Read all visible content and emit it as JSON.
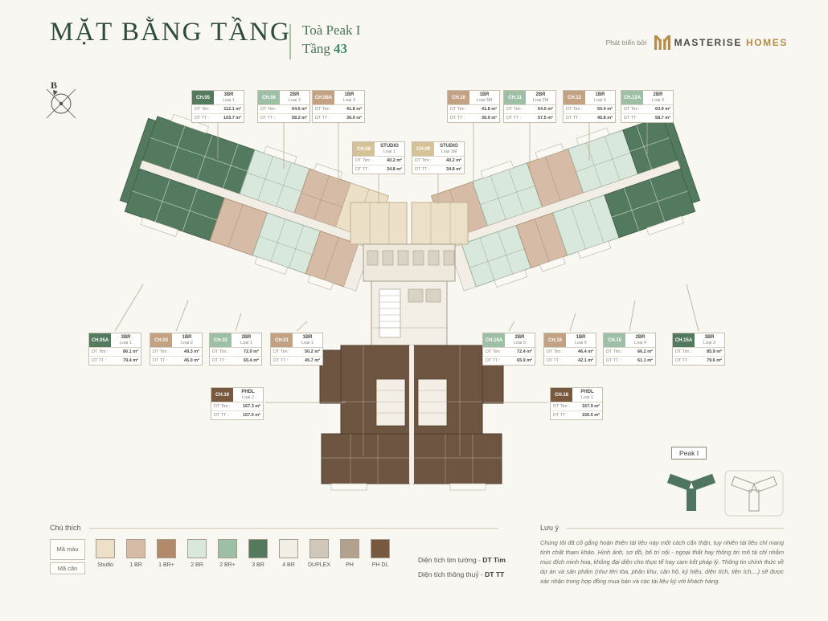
{
  "header": {
    "title": "MẶT BẰNG TẦNG",
    "tower": "Toà Peak I",
    "floor_label": "Tầng",
    "floor_number": "43",
    "developer_prefix": "Phát triển bởi",
    "brand": {
      "name": "MASTERISE",
      "suffix": "HOMES"
    }
  },
  "compass": {
    "north_label": "B"
  },
  "unit_card_labels": {
    "tim": "DT Tim :",
    "tt": "DT TT :"
  },
  "units": [
    {
      "id": "CH.05",
      "type": "3BR",
      "variant": "Loại 1",
      "dt_tim": "112.1 m²",
      "dt_tt": "103.7 m²",
      "category": "3br"
    },
    {
      "id": "CH.06",
      "type": "2BR",
      "variant": "Loại 2",
      "dt_tim": "64.6 m²",
      "dt_tt": "58.2 m²",
      "category": "2br"
    },
    {
      "id": "CH.08A",
      "type": "1BR",
      "variant": "Loại 3",
      "dt_tim": "41.8 m²",
      "dt_tt": "36.9 m²",
      "category": "1br"
    },
    {
      "id": "CH.08",
      "type": "STUDIO",
      "variant": "Loại 1",
      "dt_tim": "40.2 m²",
      "dt_tt": "34.8 m²",
      "category": "studio"
    },
    {
      "id": "CH.09",
      "type": "STUDIO",
      "variant": "Loại 1M",
      "dt_tim": "40.2 m²",
      "dt_tt": "34.8 m²",
      "category": "studio"
    },
    {
      "id": "CH.10",
      "type": "1BR",
      "variant": "Loại 3M",
      "dt_tim": "41.8 m²",
      "dt_tt": "36.9 m²",
      "category": "1br"
    },
    {
      "id": "CH.11",
      "type": "2BR",
      "variant": "Loại 2M",
      "dt_tim": "64.0 m²",
      "dt_tt": "57.5 m²",
      "category": "2br"
    },
    {
      "id": "CH.12",
      "type": "1BR",
      "variant": "Loại 5",
      "dt_tim": "50.4 m²",
      "dt_tt": "45.8 m²",
      "category": "1br"
    },
    {
      "id": "CH.12A",
      "type": "2BR",
      "variant": "Loại 3",
      "dt_tim": "63.9 m²",
      "dt_tt": "58.7 m²",
      "category": "2br"
    },
    {
      "id": "CH.05A",
      "type": "3BR",
      "variant": "Loại 1",
      "dt_tim": "86.1 m²",
      "dt_tt": "79.4 m²",
      "category": "3br"
    },
    {
      "id": "CH.03",
      "type": "1BR",
      "variant": "Loại 2",
      "dt_tim": "49.3 m²",
      "dt_tt": "45.0 m²",
      "category": "1br"
    },
    {
      "id": "CH.02",
      "type": "2BR",
      "variant": "Loại 1",
      "dt_tim": "72.0 m²",
      "dt_tt": "65.4 m²",
      "category": "2br"
    },
    {
      "id": "CH.01",
      "type": "1BR",
      "variant": "Loại 1",
      "dt_tim": "50.2 m²",
      "dt_tt": "45.7 m²",
      "category": "1br"
    },
    {
      "id": "CH.18A",
      "type": "2BR",
      "variant": "Loại 5",
      "dt_tim": "72.4 m²",
      "dt_tt": "65.9 m²",
      "category": "2br"
    },
    {
      "id": "CH.16",
      "type": "1BR",
      "variant": "Loại 6",
      "dt_tim": "46.4 m²",
      "dt_tt": "42.1 m²",
      "category": "1br"
    },
    {
      "id": "CH.15",
      "type": "2BR",
      "variant": "Loại 4",
      "dt_tim": "66.2 m²",
      "dt_tt": "61.1 m²",
      "category": "2br"
    },
    {
      "id": "CH.15A",
      "type": "3BR",
      "variant": "Loại 3",
      "dt_tim": "85.9 m²",
      "dt_tt": "79.6 m²",
      "category": "3br"
    },
    {
      "id": "CH.19",
      "type": "PHDL",
      "variant": "Loại 2",
      "dt_tim": "167.3 m²",
      "dt_tt": "157.0 m²",
      "category": "phdl"
    },
    {
      "id": "CH.18",
      "type": "PHDL",
      "variant": "Loại 1",
      "dt_tim": "167.9 m²",
      "dt_tt": "156.5 m²",
      "category": "phdl"
    }
  ],
  "legend": {
    "heading": "Chú thích",
    "color_row_label": "Mã màu",
    "code_row_label": "Mã căn",
    "types": [
      {
        "label": "Studio",
        "color": "#ece1c8"
      },
      {
        "label": "1 BR",
        "color": "#d6bca6"
      },
      {
        "label": "1 BR+",
        "color": "#b08a6b"
      },
      {
        "label": "2 BR",
        "color": "#d9e8dd"
      },
      {
        "label": "2 BR+",
        "color": "#9dbfa6"
      },
      {
        "label": "3 BR",
        "color": "#53795f"
      },
      {
        "label": "4 BR",
        "color": "#f1eee6"
      },
      {
        "label": "DUPLEX",
        "color": "#cfc8ba"
      },
      {
        "label": "PH",
        "color": "#b3a190"
      },
      {
        "label": "PH DL",
        "color": "#77593f"
      }
    ]
  },
  "area_notes": {
    "tim_text": "Diện tích tim tường - ",
    "tim_bold": "DT Tim",
    "tt_text": "Diện tích thông thuỷ - ",
    "tt_bold": "DT TT"
  },
  "disclaimer": {
    "heading": "Lưu ý",
    "text": "Chúng tôi đã cố gắng hoàn thiện tài liệu này một cách cẩn thận, tuy nhiên tài liệu chỉ mang tính chất tham khảo. Hình ảnh, sơ đồ, bố trí nội - ngoại thất hay thông tin mô tả chỉ nhằm mục đích minh hoạ, không đại diện cho thực tế hay cam kết pháp lý. Thông tin chính thức về dự án và sản phẩm (như tên tòa, phân khu, căn hộ, ký hiệu, diện tích, tiện ích,...) sẽ được xác nhận trong hợp đồng mua bán và các tài liệu ký với khách hàng."
  },
  "locator": {
    "label": "Peak I"
  }
}
